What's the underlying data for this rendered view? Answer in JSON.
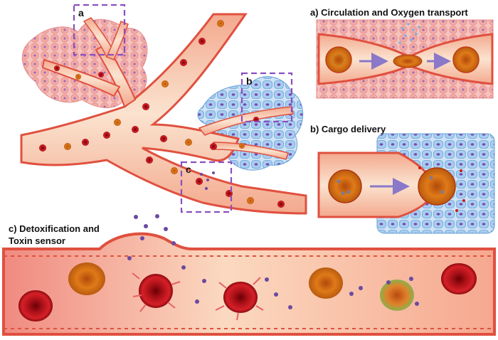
{
  "panels": {
    "a": {
      "title": "a) Circulation and Oxygen transport"
    },
    "b": {
      "title": "b) Cargo delivery"
    },
    "c": {
      "title_line1": "c) Detoxification and",
      "title_line2": "Toxin sensor"
    }
  },
  "inset_labels": [
    "a",
    "b",
    "c"
  ],
  "colors": {
    "vessel_wall": "#e8685a",
    "vessel_fill": "#f6c9a3",
    "vessel_core": "#fbe2cc",
    "rbc_red": "#c2121b",
    "rbc_orange": "#e07a18",
    "tissue_pink": "#f1a9a6",
    "tumor_blue": "#9cc6ee",
    "toxin_purple": "#6a4aa0",
    "box_dash": "#8a4fbf"
  }
}
